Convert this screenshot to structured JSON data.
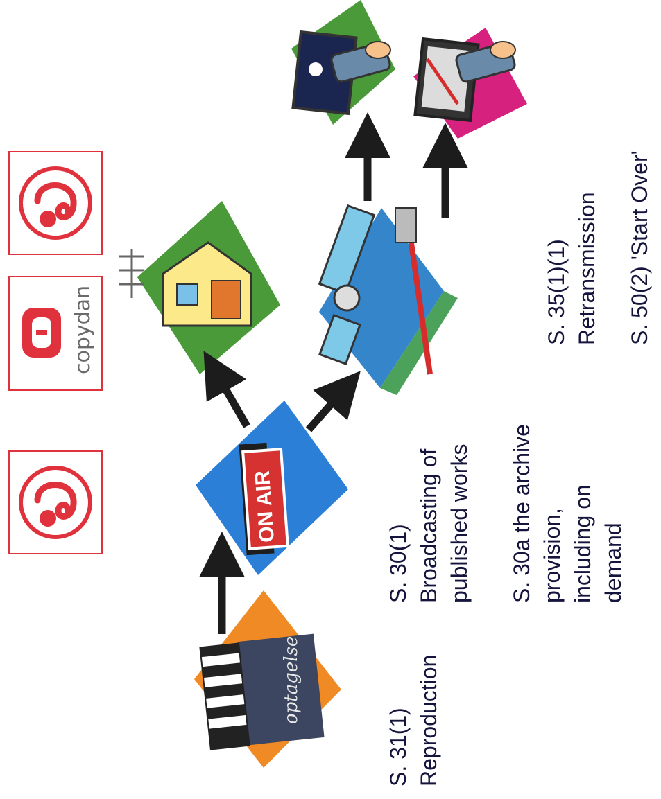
{
  "logos": {
    "copydan_label": "copydan"
  },
  "onair_sign": "ON AIR",
  "clapper_text": "optagelse",
  "captions": {
    "s31": [
      "S. 31(1)",
      "Reproduction"
    ],
    "s30": [
      "S. 30(1)",
      "Broadcasting of",
      "published works"
    ],
    "s30a": [
      "S. 30a the archive",
      "provision,",
      "including on",
      "demand"
    ],
    "s35": [
      "S. 35(1)(1)",
      "Retransmission"
    ],
    "s50": [
      "S. 50(2) 'Start Over'"
    ]
  },
  "colors": {
    "logo_red": "#e0323c",
    "arrow": "#1c1c1c",
    "orange_tile": "#f08a24",
    "blue_tile": "#2c7fd6",
    "green_tile": "#4a9a3a",
    "magenta_tile": "#d6217f",
    "caption_text": "#14143c"
  }
}
